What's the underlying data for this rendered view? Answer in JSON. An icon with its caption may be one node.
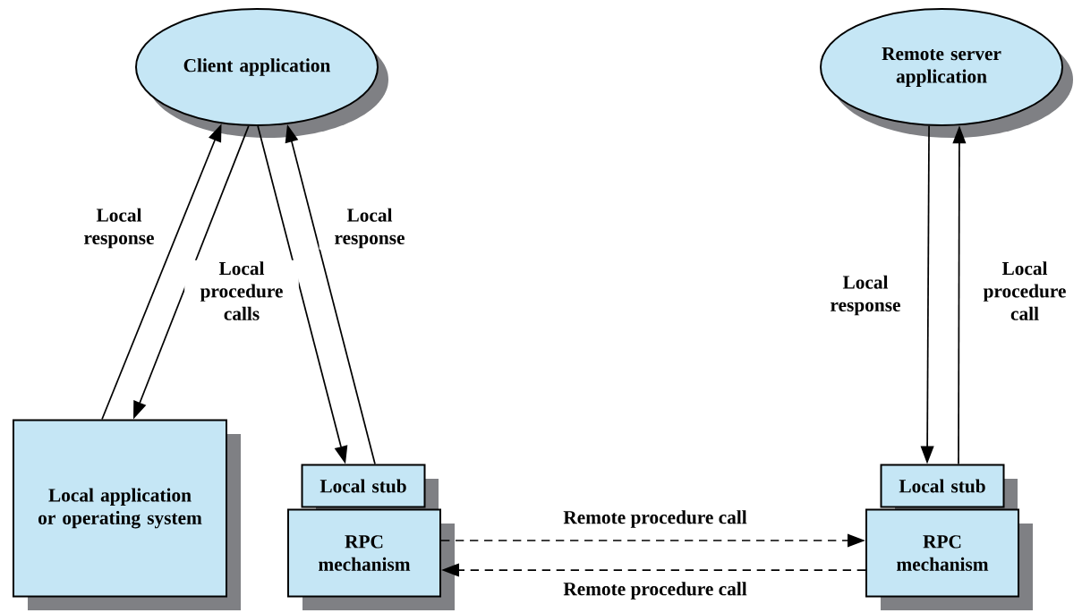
{
  "diagram": {
    "nodes": [
      {
        "text": [
          "Client application"
        ]
      },
      {
        "text": [
          "Remote server application"
        ]
      },
      {
        "text": [
          "Local application or operating system"
        ]
      },
      {
        "text": [
          "Local stub"
        ]
      },
      {
        "text": [
          "RPC mechanism"
        ]
      },
      {
        "text": [
          "Local stub"
        ]
      },
      {
        "text": [
          "RPC mechanism"
        ]
      }
    ],
    "edges": [
      {
        "from": 2,
        "to": 0,
        "arrow": "to",
        "label": "Local response"
      },
      {
        "from": 0,
        "to": 2,
        "arrow": "to",
        "label": "Local procedure calls"
      },
      {
        "from": 0,
        "to": 3,
        "arrow": "to"
      },
      {
        "from": 3,
        "to": 0,
        "arrow": "to",
        "label": "Local response"
      },
      {
        "from": 1,
        "to": 5,
        "arrow": "to",
        "label": "Local response"
      },
      {
        "from": 5,
        "to": 1,
        "arrow": "to",
        "label": "Local procedure call"
      },
      {
        "from": 4,
        "to": 6,
        "arrow": "to",
        "style": "dashed",
        "label": "Remote procedure call"
      },
      {
        "from": 6,
        "to": 4,
        "arrow": "to",
        "style": "dashed",
        "label": "Remote procedure call"
      }
    ]
  }
}
